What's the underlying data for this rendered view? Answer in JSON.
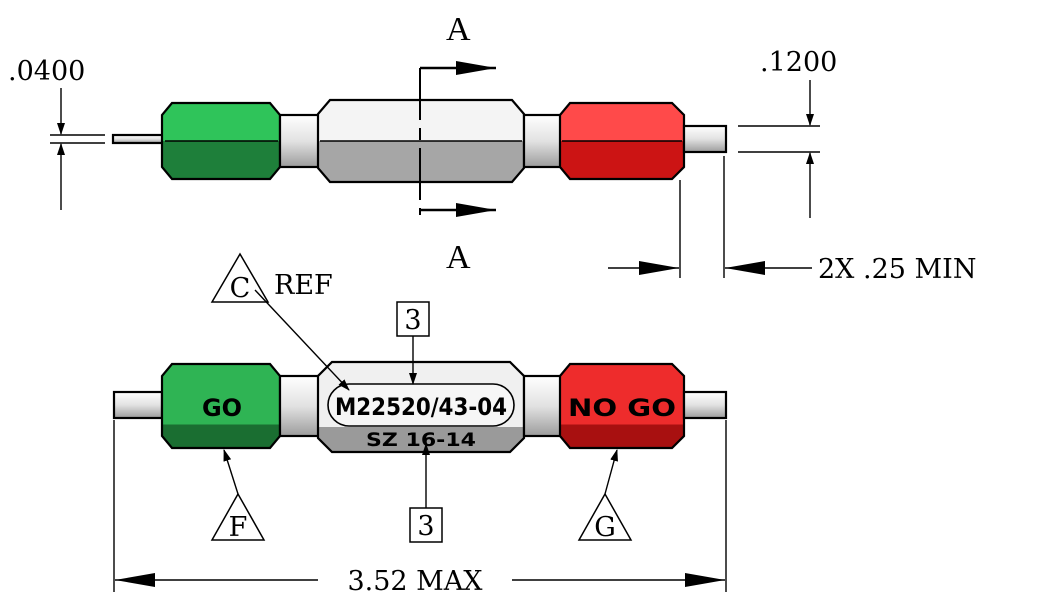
{
  "section_letter_top": "A",
  "section_letter_bottom": "A",
  "dim_left_wire": ".0400",
  "dim_right_pin": ".1200",
  "dim_pin_length": "2X .25 MIN",
  "dim_overall": "3.52 MAX",
  "ref_label": "REF",
  "triangle_c": "C",
  "triangle_f": "F",
  "triangle_g": "G",
  "box_note_top": "3",
  "box_note_bottom": "3",
  "marking_part_number": "M22520/43-04",
  "marking_size": "SZ 16-14",
  "marking_go": "GO",
  "marking_no_go": "NO GO",
  "colors": {
    "go_green": "#2fa84f",
    "go_green_dark": "#1b7a36",
    "no_go_red": "#e8393a",
    "no_go_red_dark": "#b51f20",
    "steel_light": "#eeeeee",
    "steel_dark": "#a8a8a8"
  }
}
